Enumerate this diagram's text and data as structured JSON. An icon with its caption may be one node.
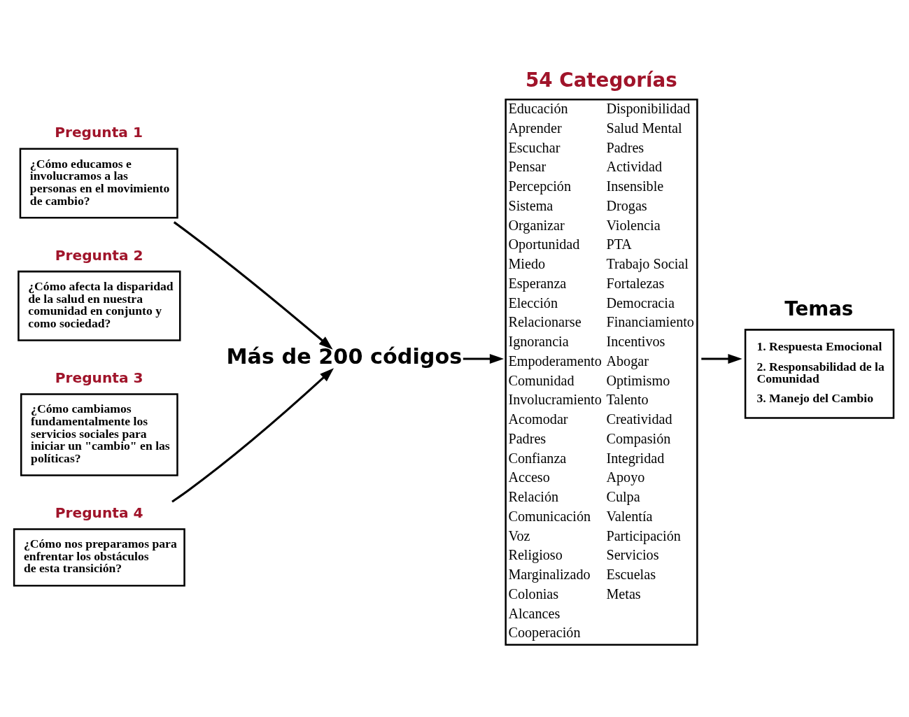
{
  "diagram": {
    "nodes": [
      {
        "text": [
          "Pregunta 1",
          "¿Cómo educamos e involucramos a las personas en el movimiento de cambio?"
        ]
      },
      {
        "text": [
          "Pregunta 2",
          "¿Cómo afecta la disparidad de la salud en nuestra comunidad en conjunto y como sociedad?"
        ]
      },
      {
        "text": [
          "Pregunta 3",
          "¿Cómo cambiamos fundamentalmente los servicios sociales para iniciar un \"cambio\" en las políticas?"
        ]
      },
      {
        "text": [
          "Pregunta 4",
          "¿Cómo nos preparamos para enfrentar los obstáculos de esta transición?"
        ]
      },
      {
        "text": [
          "Más de 200 códigos"
        ]
      },
      {
        "text": [
          "54 Categorías",
          "Educación",
          "Aprender",
          "Escuchar",
          "Pensar",
          "Percepción",
          "Sistema",
          "Organizar",
          "Oportunidad",
          "Miedo",
          "Esperanza",
          "Elección",
          "Relacionarse",
          "Ignorancia",
          "Empoderamento",
          "Comunidad",
          "Involucramiento",
          "Acomodar",
          "Padres",
          "Confianza",
          "Acceso",
          "Relación",
          "Comunicación",
          "Voz",
          "Religioso",
          "Marginalizado",
          "Colonias",
          "Alcances",
          "Cooperación",
          "Disponibilidad",
          "Salud Mental",
          "Padres",
          "Actividad",
          "Insensible",
          "Drogas",
          "Violencia",
          "PTA",
          "Trabajo Social",
          "Fortalezas",
          "Democracia",
          "Financiamiento",
          "Incentivos",
          "Abogar",
          "Optimismo",
          "Talento",
          "Creatividad",
          "Compasión",
          "Integridad",
          "Apoyo",
          "Culpa",
          "Valentía",
          "Participación",
          "Servicios",
          "Escuelas",
          "Metas"
        ]
      },
      {
        "text": [
          "Temas",
          "1. Respuesta Emocional",
          "2. Responsabilidad de la Comunidad",
          "3. Manejo del Cambio"
        ]
      }
    ],
    "edges": [
      {
        "from": 0,
        "to": 4,
        "arrow": "to"
      },
      {
        "from": 3,
        "to": 4,
        "arrow": "to"
      },
      {
        "from": 4,
        "to": 5,
        "arrow": "to"
      },
      {
        "from": 5,
        "to": 6,
        "arrow": "to"
      }
    ]
  }
}
